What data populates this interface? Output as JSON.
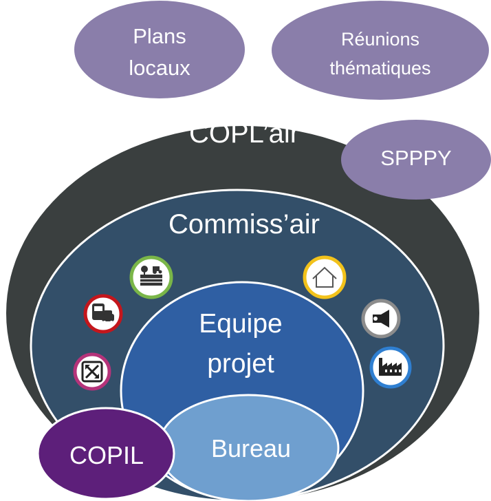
{
  "bubbles": {
    "plans_locaux": {
      "line1": "Plans",
      "line2": "locaux"
    },
    "reunions": {
      "line1": "Réunions",
      "line2": "thématiques"
    },
    "spppy": "SPPPY",
    "copil": "COPIL"
  },
  "circles": {
    "coplair": "COPL’air",
    "commissair": "Commiss’air",
    "equipe": {
      "line1": "Equipe",
      "line2": "projet"
    },
    "bureau": "Bureau"
  },
  "colors": {
    "coplair": "#3a3f3f",
    "commissair": "#334f69",
    "equipe": "#2f5fa3",
    "bureau": "#6f9fcf",
    "lavender": "#8a7eaa",
    "copil": "#5d1f7a"
  },
  "icons": [
    {
      "name": "agriculture-icon",
      "ring": "#7ab648"
    },
    {
      "name": "building-icon",
      "ring": "#f2c21b"
    },
    {
      "name": "transport-icon",
      "ring": "#c4161c"
    },
    {
      "name": "megaphone-icon",
      "ring": "#8c8c8c"
    },
    {
      "name": "mobility-icon",
      "ring": "#b5337a"
    },
    {
      "name": "industry-icon",
      "ring": "#2f7fd1"
    }
  ]
}
